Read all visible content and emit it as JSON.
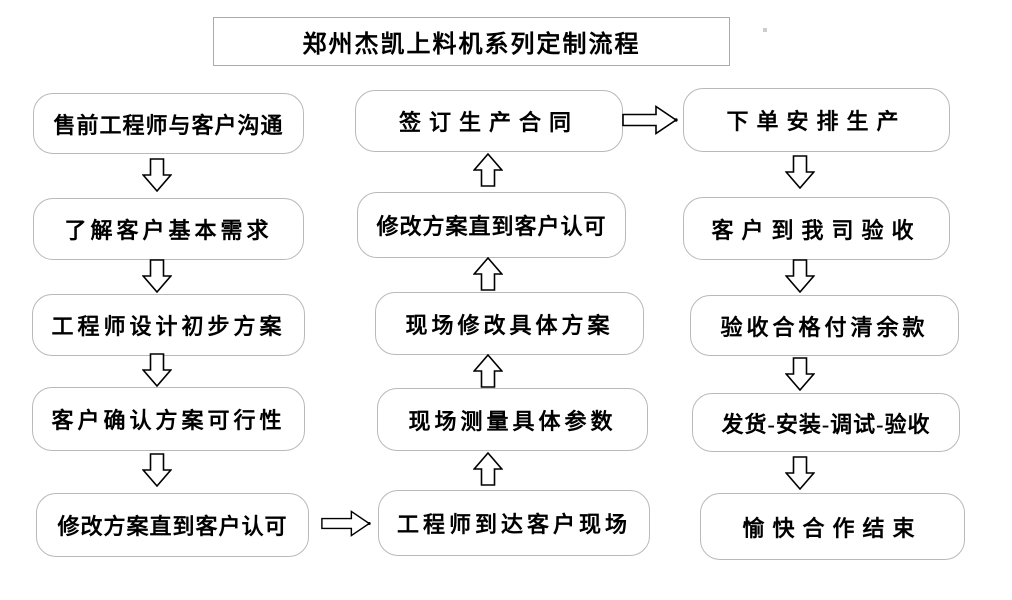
{
  "title": "郑州杰凯上料机系列定制流程",
  "flow": {
    "left": [
      "售前工程师与客户沟通",
      "了解客户基本需求",
      "工程师设计初步方案",
      "客户确认方案可行性",
      "修改方案直到客户认可"
    ],
    "middle": [
      "签订生产合同",
      "修改方案直到客户认可",
      "现场修改具体方案",
      "现场测量具体参数",
      "工程师到达客户现场"
    ],
    "right": [
      "下单安排生产",
      "客户到我司验收",
      "验收合格付清余款",
      "发货-安装-调试-验收",
      "愉快合作结束"
    ]
  },
  "icons": {
    "down_arrow": "down-arrow-icon",
    "up_arrow": "up-arrow-icon",
    "right_arrow": "right-arrow-icon"
  },
  "colors": {
    "background": "#ffffff",
    "box_border": "#b9b9b9",
    "title_border": "#ababab",
    "arrow_outline": "#000000",
    "text": "#000000"
  }
}
